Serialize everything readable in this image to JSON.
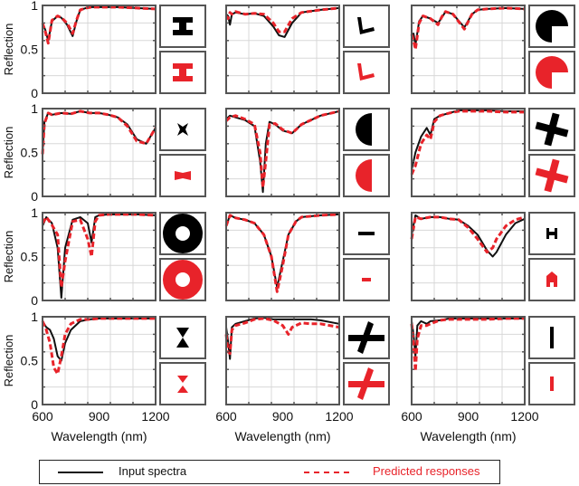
{
  "figure": {
    "ylabel": "Reflection",
    "xlabel": "Wavelength (nm)",
    "xticks": [
      "600",
      "900",
      "1200"
    ],
    "yticks": [
      "0",
      "0.5",
      "1"
    ],
    "colors": {
      "input": "#111111",
      "predicted": "#e8232a",
      "grid": "#d8d8d8",
      "axis": "#555555"
    }
  },
  "legend": {
    "input_label": "Input spectra",
    "predicted_label": "Predicted responses"
  },
  "chart_data": {
    "type": "line",
    "layout": "4x3 grid of subplots, each with input/predicted geometry icons",
    "xlim": [
      600,
      1200
    ],
    "ylim": [
      0,
      1
    ],
    "grid": true,
    "xlabel": "Wavelength (nm)",
    "ylabel": "Reflection",
    "legend": [
      "Input spectra",
      "Predicted responses"
    ],
    "legend_position": "bottom",
    "panels": [
      {
        "row": 0,
        "col": 0,
        "shape_input": "H-shape",
        "shape_predicted": "H-shape (blurred)",
        "x": [
          600,
          615,
          630,
          650,
          680,
          700,
          730,
          760,
          780,
          800,
          830,
          860,
          900,
          1000,
          1100,
          1200
        ],
        "input": [
          0.8,
          0.72,
          0.6,
          0.82,
          0.88,
          0.86,
          0.78,
          0.65,
          0.82,
          0.95,
          0.97,
          0.98,
          0.98,
          0.98,
          0.97,
          0.96
        ],
        "predicted": [
          0.8,
          0.7,
          0.57,
          0.83,
          0.88,
          0.86,
          0.8,
          0.68,
          0.83,
          0.95,
          0.97,
          0.98,
          0.98,
          0.98,
          0.97,
          0.96
        ]
      },
      {
        "row": 0,
        "col": 1,
        "shape_input": "L-shape",
        "shape_predicted": "L-shape (blurred)",
        "x": [
          600,
          610,
          620,
          630,
          650,
          700,
          750,
          800,
          850,
          880,
          910,
          950,
          1000,
          1100,
          1200
        ],
        "input": [
          0.9,
          0.88,
          0.78,
          0.9,
          0.92,
          0.9,
          0.91,
          0.88,
          0.76,
          0.66,
          0.64,
          0.8,
          0.92,
          0.95,
          0.97
        ],
        "predicted": [
          0.88,
          0.85,
          0.92,
          0.9,
          0.93,
          0.9,
          0.91,
          0.9,
          0.8,
          0.7,
          0.7,
          0.85,
          0.92,
          0.95,
          0.97
        ]
      },
      {
        "row": 0,
        "col": 2,
        "shape_input": "pac-man",
        "shape_predicted": "pac-man (blurred)",
        "x": [
          600,
          610,
          620,
          640,
          660,
          700,
          740,
          760,
          780,
          820,
          880,
          920,
          950,
          1000,
          1100,
          1200
        ],
        "input": [
          0.65,
          0.68,
          0.55,
          0.82,
          0.88,
          0.85,
          0.8,
          0.86,
          0.93,
          0.9,
          0.75,
          0.9,
          0.95,
          0.96,
          0.97,
          0.96
        ],
        "predicted": [
          0.67,
          0.6,
          0.5,
          0.8,
          0.88,
          0.85,
          0.78,
          0.87,
          0.93,
          0.9,
          0.73,
          0.9,
          0.95,
          0.96,
          0.97,
          0.96
        ]
      },
      {
        "row": 1,
        "col": 0,
        "shape_input": "X-shape",
        "shape_predicted": "bow-tie (blurred)",
        "x": [
          600,
          610,
          630,
          650,
          700,
          750,
          800,
          850,
          900,
          950,
          1000,
          1050,
          1100,
          1150,
          1200
        ],
        "input": [
          0.5,
          0.85,
          0.95,
          0.93,
          0.95,
          0.94,
          0.97,
          0.95,
          0.95,
          0.93,
          0.9,
          0.82,
          0.65,
          0.6,
          0.78
        ],
        "predicted": [
          0.48,
          0.83,
          0.95,
          0.93,
          0.95,
          0.94,
          0.97,
          0.95,
          0.95,
          0.93,
          0.9,
          0.8,
          0.63,
          0.6,
          0.78
        ],
        "ylim": [
          0,
          1
        ]
      },
      {
        "row": 1,
        "col": 1,
        "shape_input": "half-disk",
        "shape_predicted": "half-disk (blurred)",
        "x": [
          600,
          620,
          650,
          700,
          750,
          780,
          795,
          810,
          830,
          860,
          900,
          950,
          1000,
          1100,
          1200
        ],
        "input": [
          0.88,
          0.92,
          0.9,
          0.87,
          0.8,
          0.4,
          0.05,
          0.6,
          0.85,
          0.82,
          0.75,
          0.72,
          0.82,
          0.92,
          0.97
        ],
        "predicted": [
          0.86,
          0.9,
          0.92,
          0.88,
          0.82,
          0.5,
          0.1,
          0.4,
          0.82,
          0.83,
          0.76,
          0.72,
          0.82,
          0.92,
          0.97
        ]
      },
      {
        "row": 1,
        "col": 2,
        "shape_input": "cross",
        "shape_predicted": "cross (blurred)",
        "x": [
          600,
          620,
          650,
          680,
          700,
          720,
          750,
          800,
          850,
          900,
          1000,
          1100,
          1200
        ],
        "input": [
          0.3,
          0.5,
          0.68,
          0.78,
          0.7,
          0.88,
          0.92,
          0.95,
          0.98,
          0.98,
          0.98,
          0.97,
          0.97
        ],
        "predicted": [
          0.25,
          0.35,
          0.6,
          0.7,
          0.65,
          0.85,
          0.92,
          0.95,
          0.97,
          0.97,
          0.97,
          0.96,
          0.96
        ]
      },
      {
        "row": 2,
        "col": 0,
        "shape_input": "ring",
        "shape_predicted": "ring (blurred)",
        "x": [
          600,
          620,
          650,
          680,
          700,
          720,
          760,
          800,
          840,
          860,
          880,
          900,
          950,
          1000,
          1100,
          1200
        ],
        "input": [
          0.85,
          0.95,
          0.88,
          0.6,
          0.03,
          0.6,
          0.92,
          0.95,
          0.88,
          0.66,
          0.95,
          0.97,
          0.98,
          0.98,
          0.98,
          0.97
        ],
        "predicted": [
          0.88,
          0.95,
          0.86,
          0.75,
          0.15,
          0.45,
          0.9,
          0.92,
          0.7,
          0.5,
          0.9,
          0.97,
          0.98,
          0.98,
          0.98,
          0.97
        ]
      },
      {
        "row": 2,
        "col": 1,
        "shape_input": "short horizontal bar",
        "shape_predicted": "short bar (blurred)",
        "x": [
          600,
          620,
          650,
          700,
          750,
          800,
          840,
          870,
          900,
          930,
          970,
          1000,
          1100,
          1200
        ],
        "input": [
          0.85,
          0.97,
          0.94,
          0.92,
          0.88,
          0.75,
          0.5,
          0.15,
          0.45,
          0.75,
          0.9,
          0.95,
          0.97,
          0.98
        ],
        "predicted": [
          0.85,
          0.97,
          0.94,
          0.92,
          0.88,
          0.75,
          0.5,
          0.1,
          0.4,
          0.75,
          0.9,
          0.95,
          0.97,
          0.98
        ]
      },
      {
        "row": 2,
        "col": 2,
        "shape_input": "H-shape (rotated)",
        "shape_predicted": "A-like shape",
        "x": [
          600,
          620,
          650,
          700,
          750,
          800,
          850,
          900,
          950,
          1000,
          1030,
          1050,
          1100,
          1150,
          1200
        ],
        "input": [
          0.75,
          0.97,
          0.93,
          0.95,
          0.95,
          0.93,
          0.92,
          0.85,
          0.75,
          0.57,
          0.5,
          0.55,
          0.75,
          0.88,
          0.93
        ],
        "predicted": [
          0.7,
          0.95,
          0.93,
          0.95,
          0.95,
          0.93,
          0.92,
          0.83,
          0.7,
          0.55,
          0.6,
          0.7,
          0.85,
          0.92,
          0.95
        ]
      },
      {
        "row": 3,
        "col": 0,
        "shape_input": "bow-tie",
        "shape_predicted": "bow-tie (blurred)",
        "x": [
          600,
          620,
          640,
          660,
          680,
          700,
          720,
          750,
          800,
          850,
          900,
          1000,
          1100,
          1200
        ],
        "input": [
          0.95,
          0.88,
          0.85,
          0.75,
          0.55,
          0.5,
          0.7,
          0.85,
          0.95,
          0.97,
          0.98,
          0.98,
          0.98,
          0.98
        ],
        "predicted": [
          0.95,
          0.85,
          0.7,
          0.42,
          0.35,
          0.55,
          0.8,
          0.92,
          0.97,
          0.97,
          0.98,
          0.98,
          0.98,
          0.98
        ]
      },
      {
        "row": 3,
        "col": 1,
        "shape_input": "cross (tilted)",
        "shape_predicted": "cross (blurred)",
        "x": [
          600,
          610,
          620,
          630,
          650,
          700,
          750,
          800,
          850,
          900,
          930,
          950,
          1000,
          1050,
          1100,
          1200
        ],
        "input": [
          0.88,
          0.72,
          0.52,
          0.88,
          0.92,
          0.95,
          0.98,
          0.99,
          0.97,
          0.97,
          0.97,
          0.97,
          0.97,
          0.97,
          0.96,
          0.92
        ],
        "predicted": [
          0.8,
          0.6,
          0.58,
          0.85,
          0.9,
          0.93,
          0.97,
          0.98,
          0.96,
          0.9,
          0.8,
          0.88,
          0.93,
          0.92,
          0.92,
          0.88
        ]
      },
      {
        "row": 3,
        "col": 2,
        "shape_input": "vertical bar",
        "shape_predicted": "vertical bar (blurred)",
        "x": [
          600,
          610,
          620,
          630,
          650,
          680,
          700,
          750,
          800,
          900,
          1000,
          1100,
          1200
        ],
        "input": [
          0.95,
          0.8,
          0.55,
          0.9,
          0.95,
          0.92,
          0.95,
          0.96,
          0.98,
          0.98,
          0.98,
          0.98,
          0.98
        ],
        "predicted": [
          0.92,
          0.7,
          0.38,
          0.75,
          0.9,
          0.9,
          0.92,
          0.96,
          0.97,
          0.97,
          0.97,
          0.98,
          0.98
        ]
      }
    ]
  }
}
